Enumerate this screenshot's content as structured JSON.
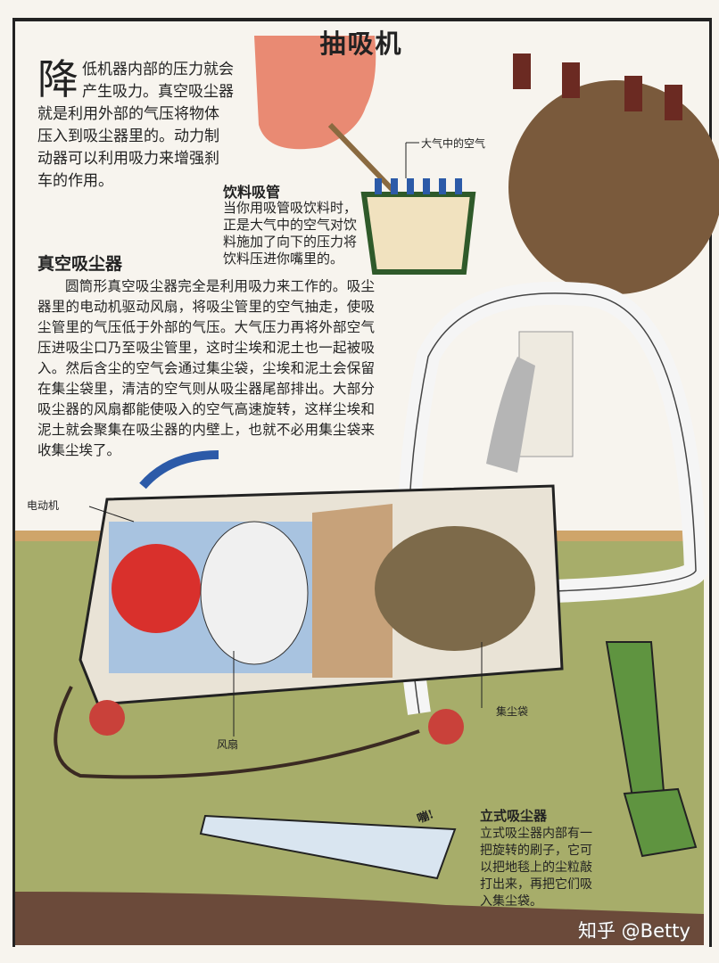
{
  "title": "抽吸机",
  "intro": {
    "drop_cap": "降",
    "text": "低机器内部的压力就会产生吸力。真空吸尘器就是利用外部的气压将物体压入到吸尘器里的。动力制动器可以利用吸力来增强刹车的作用。"
  },
  "straw": {
    "title": "饮料吸管",
    "text": "当你用吸管吸饮料时，正是大气中的空气对饮料施加了向下的压力将饮料压进你嘴里的。",
    "label_air": "大气中的空气"
  },
  "vacuum": {
    "title": "真空吸尘器",
    "text": "圆筒形真空吸尘器完全是利用吸力来工作的。吸尘器里的电动机驱动风扇，将吸尘管里的空气抽走，使吸尘管里的气压低于外部的气压。大气压力再将外部空气压进吸尘口乃至吸尘管里，这时尘埃和泥土也一起被吸入。然后含尘的空气会通过集尘袋，尘埃和泥土会保留在集尘袋里，清洁的空气则从吸尘器尾部排出。大部分吸尘器的风扇都能使吸入的空气高速旋转，这样尘埃和泥土就会聚集在吸尘器的内壁上，也就不必用集尘袋来收集尘埃了。"
  },
  "labels": {
    "motor": "电动机",
    "fan": "风扇",
    "dust_bag": "集尘袋",
    "sound": "嘣!"
  },
  "upright": {
    "title": "立式吸尘器",
    "text": "立式吸尘器内部有一把旋转的刷子，它可以把地毯上的尘粒敲打出来，再把它们吸入集尘袋。"
  },
  "watermark": "知乎 @Betty",
  "colors": {
    "floor": "#a7ad6a",
    "wall": "#f5efe2",
    "arrow": "#2c5aa8",
    "motor": "#d9302c",
    "cleaner_body": "#e6e1d6",
    "upright": "#5f9440"
  }
}
